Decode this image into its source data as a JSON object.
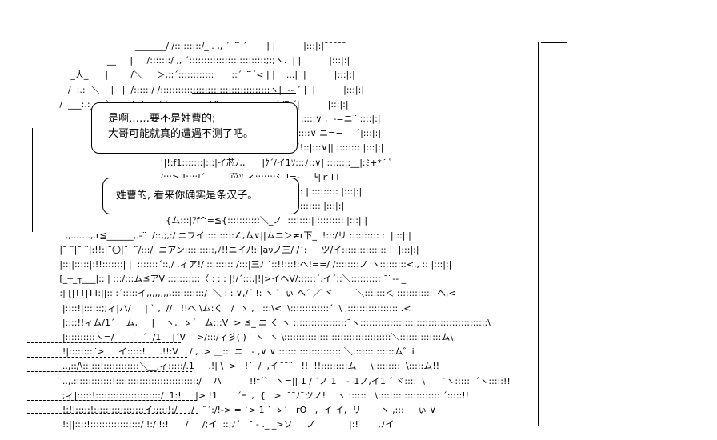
{
  "dialogue": {
    "bubble1": {
      "line1": "是啊……要不是姓曹的;",
      "line2": "大哥可能就真的遭遇不测了吧。"
    },
    "bubble2": {
      "line1": "姓曹的, 看来你确实是条汉子。"
    }
  },
  "art_lines": [
    "                                              _______/ /:::::::::/_ . ,, ´ ¨ ̄ ´       | |          |:::|:|¯¯¯¯¯",
    "                                    __     |     /:::::::/ ,, ´::::::::::::::::::::::::::;:;ヽ.  | |          |:::|:|",
    "                       _人_      |   |    /＼     ＞,:;´::::::::::::￣￣::´ ¨ ̄´< | |    ...|  |          |:::|:|",
    "                      /  :.:  ＼    |   |  /::::::/ /:::::::::::::::::::::::::::::::::::::ヽ| |-‐ ´ |  |          |:::|:|",
    "                   /  ___:.:___ ＼  |   |  /:::::/ /::::::::::::::/ ¨ ‐ ──‐ - ,,_:::∨´ ¨ ̄ ´|          |:::|:|",
    "                                                        ヽ/ /::::::/::::::::::::/ ´  ´ ゛:::   ::ヽ:::::∨ ,  -=ニ¨ ::::|:|",
    "                                                        /:::::::1::::::_:_:/ / ::::イ:::::1::::|:|::::∨ ニ=−  ¨ ´|:::|:|",
    "                                                       !:::1::::::::::::::|:ィィァ／  ´ ! /|!;:´!::|:::∨|| :::::::: |:::|:|",
    "                                                       !|!:f1:::::::|:::|イ芯ﾉ,,      |ｸ´/イ1ｿ:::ﾉ::∨| ::::::::__|:ﾐ+*¨ ゛",
    "                                                       /:::> !::::|´         苡ｿ ィ:::::::ﾐ. !=-  ¨ └|ｒTT¨¨¨¨¨",
    "                                                       !:::::ノ|::::::!            ´ ヾ/1:!::::::::: | ::::::::: |:::|:|",
    "                                                       ¨ ´ ::::´, :::!.     ､    ..ィ  !Λ:::: 1 ::::::::: |:::|:|",
    "                                                         {ム:::|ｱf^=≦{:::::::::::＼_ノ  ::::::::| ::::::::: |:::|:|",
    "                     ,,.......,.r≦______,.-¨  /::,;,:/ ニフイ::::::::::∠,ム∨||ムニ＞≠r下_  !:::/リ :::::::::: :  |:::|:|",
    "                   |¯ ¨|¯ ¨|:!!:|¨〇|¯  ¨/:::/  ニアン::::::::::,ﾉ!!ニイﾉ!: |aνノ三/ /´:  ｀ツ/イ::::::::::::::: !  |:::|:|",
    "                   |:::|:::::|:!!:::::::| |  :::::::´::,/ ,ィア!/ ::::::::: /:::|三ﾉ ´::!!:::!:ヘ!==/ /::::::::ノ ゝ:::::::::<,, :: |:::|:|",
    "                   [_┬_┬___|:: | :::/:::ム≦アV :::::::::::〈 : : : |!/´:::,|!|>イヘV/::::::´,イ´::＼:::::::::: ¯¨‐- _ ",
    "                   :| [|TT|TT:||:: :´:::::イ,,,,,,,,,:::::::::::/  ＼ : : ∨,/´|!: ヽ ゛ぃ ヘ´ ／ ヾ        ＼:::::::＜ ::::::::::::¨ヘ,< ",
    "                    |::::!|::::::;;ィ|ハ/     | ` ,  //   !!ヘ \\ム:く   /  ゝ ,   :::\\<  \\:::::::::::::´  \\ ,::::::::::::::::: .<",
    "                    |::::!!ィム/1´    ム,     |    ヽ,  ゝ´   ム:::V  > ≦_ ニ く ヽ ::::::::::::::::::¯ヽ:::::::::::::::::::::::::::::::::::::::::::\\",
    "                    |::::::::::ヽ=/      ｀ ´  /1    |´V    >/:::/ィ彡( )｀ヽ  ヽ \\::::::::::::::::::::::::::::::::::::＼::::::::::::::ム\\",
    "                    !|::::::::¨>     イ:::::!     .!!:V    / , .> ＿::: ニ   - ,∨ ∨ ::::::::::::::::::::: ＼::::::::::::::ム゛i",
    "                    ..,::/\\:::::::::::::::::::＼__,ィ:::::/.1     .!| \\  >   !´  /  ,イ  ̄¯¨   !!  !!:::::::::ム     \\:::::::::  \\:::::ム!!",
    "                    ..,.:::::::::::::!::::::::::::::::::::::::::::/    ハ          !!f´` ¨ヽ=|| 1 / ´ノ 1  ¯‐¯1ノ,イ1 ´ ヾ::::  \\      `ヽ:::::  ´ヽ:::::!!",
    "                    ;ィ|:::::!::::::::::::::::::::::/  1:!     |> !1       ´ｰ  ,  {   >  ¯¯ﾉ¯ツノ!    ヽ ::::::   \\::::::::::::::::::::: ´:::::!!",
    "                    !;!|:::::!:::::::::::::::::イ::::;!:/    ./   ¨´:/!-> = `> 1 ` ゝ´   rO   ,  イ イ,  リ       ヽ ,:::     ぃ ∨",
    "                    !:||::::!:::::::::::::::::/ !:/ !:!      /     /;イ  ::;ﾉ´   ¯ - ._ _>ソ     ノ            |:!       ,ﾉイ"
  ]
}
